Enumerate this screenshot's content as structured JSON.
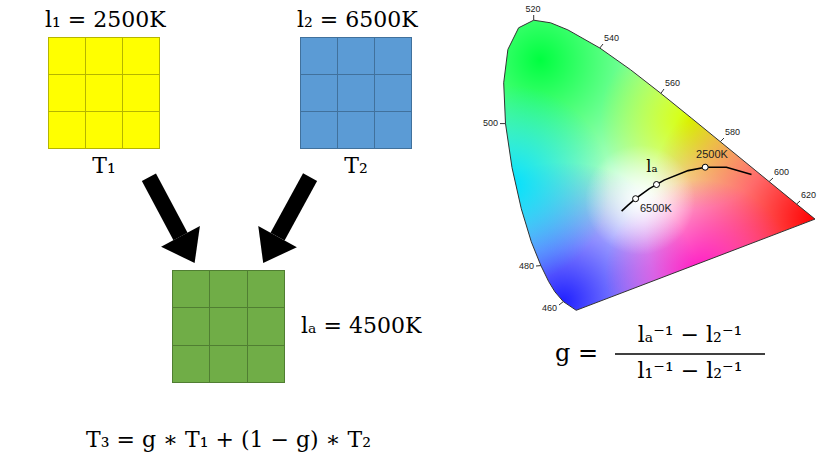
{
  "diagram": {
    "nodes": [
      {
        "text": [
          "l₁ = 2500K",
          "T₁"
        ]
      },
      {
        "text": [
          "l₂ = 6500K",
          "T₂"
        ]
      },
      {
        "text": [
          "lₐ = 4500K",
          "T₃ = g ∗ T₁ + (1 − g) ∗ T₂"
        ]
      }
    ],
    "edges": [
      {
        "from": 0,
        "to": 2,
        "arrow": "to"
      },
      {
        "from": 1,
        "to": 2,
        "arrow": "to"
      }
    ],
    "labels": [
      "520",
      "540",
      "560",
      "580",
      "600",
      "620",
      "500",
      "480",
      "460",
      "lₐ",
      "2500K",
      "6500K",
      "g =",
      "lₐ⁻¹ − l₂⁻¹",
      "l₁⁻¹ − l₂⁻¹"
    ]
  }
}
